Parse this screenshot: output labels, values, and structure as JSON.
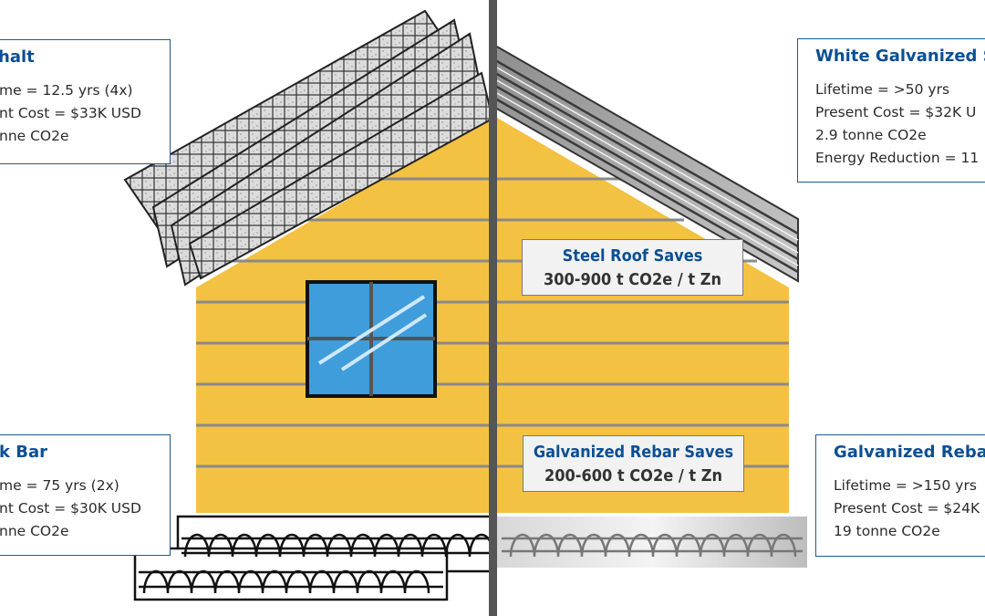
{
  "cards": {
    "asphalt": {
      "title": "halt",
      "lines": [
        "me = 12.5 yrs (4x)",
        "nt Cost = $33K USD",
        "nne CO2e"
      ]
    },
    "black_bar": {
      "title": "k Bar",
      "lines": [
        "me = 75 yrs (2x)",
        "nt Cost = $30K USD",
        "nne CO2e"
      ]
    },
    "white_galvanized": {
      "title": "White Galvanized S",
      "lines": [
        "Lifetime = >50 yrs",
        "Present Cost = $32K U",
        "2.9 tonne CO2e",
        "Energy Reduction = 11"
      ]
    },
    "galvanized_rebar": {
      "title": "Galvanized Rebar",
      "lines": [
        "Lifetime = >150 yrs",
        "Present Cost = $24K",
        "19 tonne CO2e"
      ]
    }
  },
  "savings": {
    "steel_roof": {
      "title": "Steel Roof Saves",
      "value": "300-900 t CO2e / t Zn"
    },
    "rebar": {
      "title": "Galvanized Rebar Saves",
      "value": "200-600 t CO2e / t Zn"
    }
  },
  "colors": {
    "accent_blue": "#0b4f94",
    "wall_yellow": "#f4c242",
    "window_blue": "#3f9ddc",
    "divider": "#555555"
  }
}
